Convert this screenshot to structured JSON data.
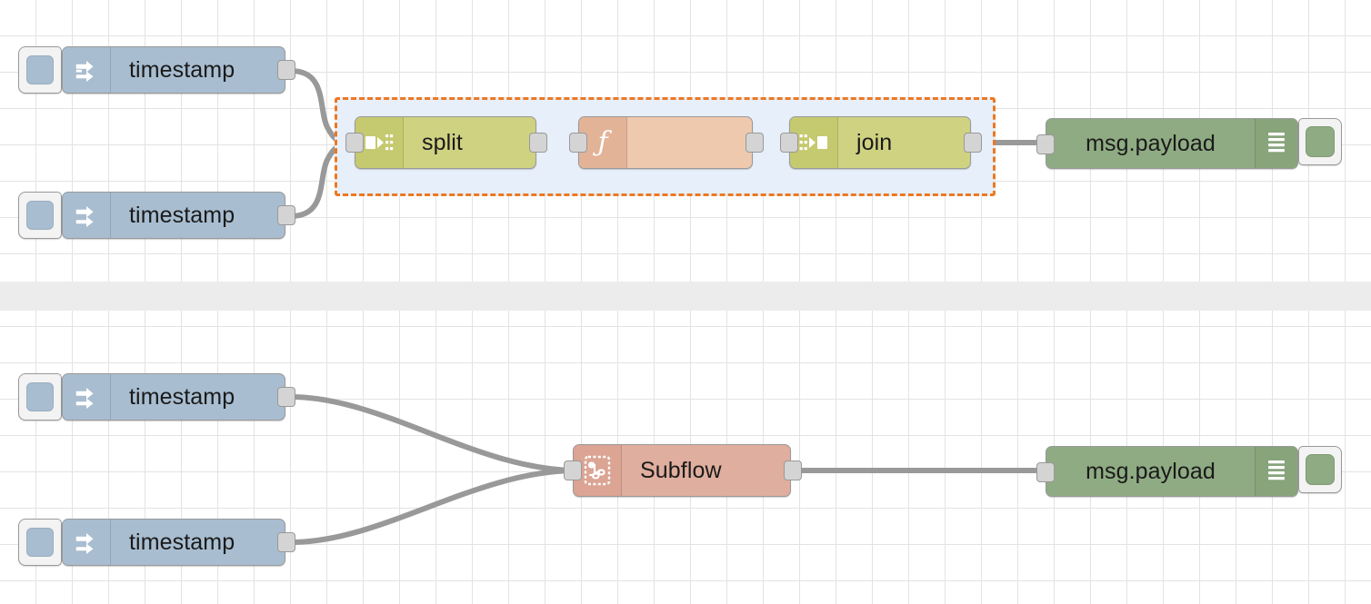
{
  "app": {
    "name": "Node-RED flow editor canvas",
    "grid_size": 40,
    "background": "#ffffff",
    "grid_color": "#e3e3e3",
    "separator_color": "#ececec",
    "wire_color": "#999999"
  },
  "group": {
    "name": "selected-group",
    "border_color": "#ec7823",
    "fill_color": "#e7effa",
    "border_style": "dashed"
  },
  "flows": [
    {
      "id": "flow-top",
      "nodes": [
        {
          "key": "inject_top_1",
          "type": "inject",
          "label": "timestamp",
          "color": "#a8bdd0",
          "icon": "inject-arrow-icon"
        },
        {
          "key": "inject_top_2",
          "type": "inject",
          "label": "timestamp",
          "color": "#a8bdd0",
          "icon": "inject-arrow-icon"
        },
        {
          "key": "split",
          "type": "split",
          "label": "split",
          "color": "#cfd281",
          "icon": "split-icon"
        },
        {
          "key": "function",
          "type": "function",
          "label": "",
          "color": "#efc9ad",
          "icon": "function-f-icon"
        },
        {
          "key": "join",
          "type": "join",
          "label": "join",
          "color": "#cfd281",
          "icon": "join-icon"
        },
        {
          "key": "debug_top",
          "type": "debug",
          "label": "msg.payload",
          "color": "#8fab83",
          "icon": "debug-lines-icon"
        }
      ]
    },
    {
      "id": "flow-bottom",
      "nodes": [
        {
          "key": "inject_bot_1",
          "type": "inject",
          "label": "timestamp",
          "color": "#a8bdd0",
          "icon": "inject-arrow-icon"
        },
        {
          "key": "inject_bot_2",
          "type": "inject",
          "label": "timestamp",
          "color": "#a8bdd0",
          "icon": "inject-arrow-icon"
        },
        {
          "key": "subflow",
          "type": "subflow",
          "label": "Subflow",
          "color": "#dfae9e",
          "icon": "subflow-icon"
        },
        {
          "key": "debug_bot",
          "type": "debug",
          "label": "msg.payload",
          "color": "#8fab83",
          "icon": "debug-lines-icon"
        }
      ]
    }
  ],
  "labels": {
    "timestamp": "timestamp",
    "split": "split",
    "join": "join",
    "function": "",
    "subflow": "Subflow",
    "msg_payload": "msg.payload"
  }
}
